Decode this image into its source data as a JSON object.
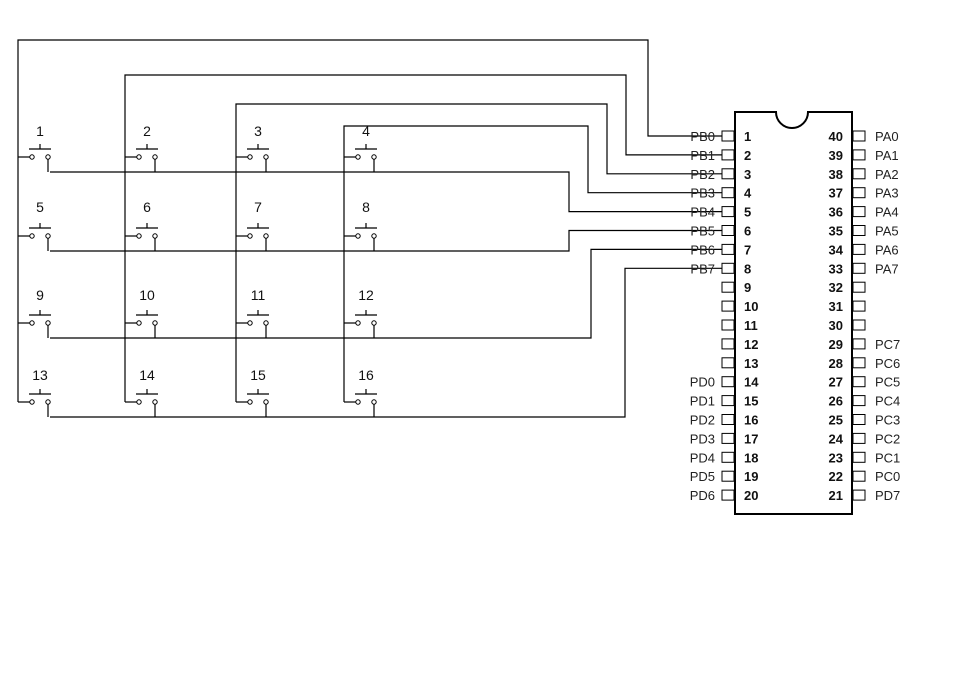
{
  "diagram": {
    "title": "4x4 keypad matrix connected to 40-pin IC",
    "keypad": {
      "rows": 4,
      "cols": 4,
      "switch_labels": [
        "1",
        "2",
        "3",
        "4",
        "5",
        "6",
        "7",
        "8",
        "9",
        "10",
        "11",
        "12",
        "13",
        "14",
        "15",
        "16"
      ],
      "column_connections": [
        "PB0",
        "PB1",
        "PB2",
        "PB3"
      ],
      "row_connections": [
        "PB4",
        "PB5",
        "PB6",
        "PB7"
      ]
    },
    "ic": {
      "pin_count": 40,
      "left_pins": [
        {
          "num": "1",
          "label": "PB0"
        },
        {
          "num": "2",
          "label": "PB1"
        },
        {
          "num": "3",
          "label": "PB2"
        },
        {
          "num": "4",
          "label": "PB3"
        },
        {
          "num": "5",
          "label": "PB4"
        },
        {
          "num": "6",
          "label": "PB5"
        },
        {
          "num": "7",
          "label": "PB6"
        },
        {
          "num": "8",
          "label": "PB7"
        },
        {
          "num": "9",
          "label": ""
        },
        {
          "num": "10",
          "label": ""
        },
        {
          "num": "11",
          "label": ""
        },
        {
          "num": "12",
          "label": ""
        },
        {
          "num": "13",
          "label": ""
        },
        {
          "num": "14",
          "label": "PD0"
        },
        {
          "num": "15",
          "label": "PD1"
        },
        {
          "num": "16",
          "label": "PD2"
        },
        {
          "num": "17",
          "label": "PD3"
        },
        {
          "num": "18",
          "label": "PD4"
        },
        {
          "num": "19",
          "label": "PD5"
        },
        {
          "num": "20",
          "label": "PD6"
        }
      ],
      "right_pins": [
        {
          "num": "40",
          "label": "PA0"
        },
        {
          "num": "39",
          "label": "PA1"
        },
        {
          "num": "38",
          "label": "PA2"
        },
        {
          "num": "37",
          "label": "PA3"
        },
        {
          "num": "36",
          "label": "PA4"
        },
        {
          "num": "35",
          "label": "PA5"
        },
        {
          "num": "34",
          "label": "PA6"
        },
        {
          "num": "33",
          "label": "PA7"
        },
        {
          "num": "32",
          "label": ""
        },
        {
          "num": "31",
          "label": ""
        },
        {
          "num": "30",
          "label": ""
        },
        {
          "num": "29",
          "label": "PC7"
        },
        {
          "num": "28",
          "label": "PC6"
        },
        {
          "num": "27",
          "label": "PC5"
        },
        {
          "num": "26",
          "label": "PC4"
        },
        {
          "num": "25",
          "label": "PC3"
        },
        {
          "num": "24",
          "label": "PC2"
        },
        {
          "num": "23",
          "label": "PC1"
        },
        {
          "num": "22",
          "label": "PC0"
        },
        {
          "num": "21",
          "label": "PD7"
        }
      ]
    },
    "colors": {
      "line": "#000000",
      "background": "#ffffff"
    }
  }
}
